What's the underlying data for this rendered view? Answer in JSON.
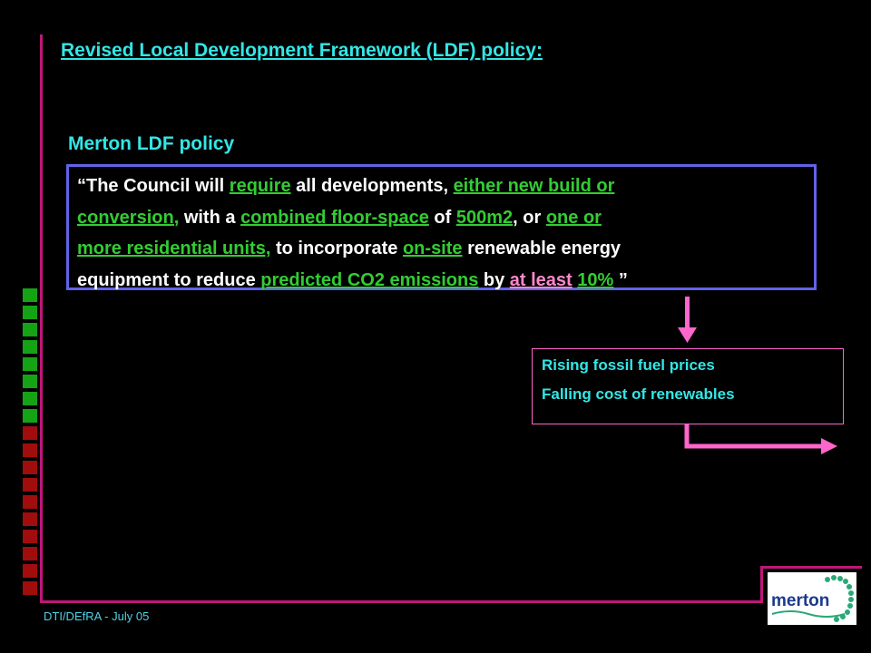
{
  "title": "Revised Local Development Framework (LDF) policy:",
  "policy_section": {
    "heading": "Merton LDF policy",
    "lines": [
      [
        {
          "text": "“The Council will ",
          "style": "plain"
        },
        {
          "text": "require",
          "style": "green"
        },
        {
          "text": " all developments, ",
          "style": "plain"
        },
        {
          "text": "either new build or",
          "style": "green"
        }
      ],
      [
        {
          "text": "conversion,",
          "style": "green"
        },
        {
          "text": " with a ",
          "style": "plain"
        },
        {
          "text": "combined floor-space",
          "style": "green"
        },
        {
          "text": " of ",
          "style": "plain"
        },
        {
          "text": "500m2",
          "style": "green"
        },
        {
          "text": ", or ",
          "style": "plain"
        },
        {
          "text": "one or",
          "style": "green"
        }
      ],
      [
        {
          "text": "more residential units,",
          "style": "green"
        },
        {
          "text": " to incorporate ",
          "style": "plain"
        },
        {
          "text": "on-site",
          "style": "green"
        },
        {
          "text": " renewable energy",
          "style": "plain"
        }
      ],
      [
        {
          "text": "equipment to reduce ",
          "style": "plain"
        },
        {
          "text": "predicted CO2 emissions",
          "style": "green"
        },
        {
          "text": " by ",
          "style": "plain"
        },
        {
          "text": "at least",
          "style": "pink"
        },
        {
          "text": " ",
          "style": "plain"
        },
        {
          "text": "10%",
          "style": "green"
        },
        {
          "text": " ”",
          "style": "plain"
        }
      ]
    ]
  },
  "drivers": [
    "Rising fossil fuel prices",
    "Falling cost of renewables"
  ],
  "logo_text": "merton",
  "footer": "DTI/DEfRA - July 05",
  "colors": {
    "background": "#000000",
    "accent_line": "#c0167a",
    "heading": "#33e6e6",
    "highlight_green": "#33cc33",
    "highlight_pink": "#ff88cc",
    "policy_border": "#6262e8",
    "arrow": "#ff66cc"
  },
  "side_squares": [
    "green",
    "green",
    "green",
    "green",
    "green",
    "green",
    "green",
    "green",
    "red",
    "red",
    "red",
    "red",
    "red",
    "red",
    "red",
    "red",
    "red",
    "red"
  ]
}
